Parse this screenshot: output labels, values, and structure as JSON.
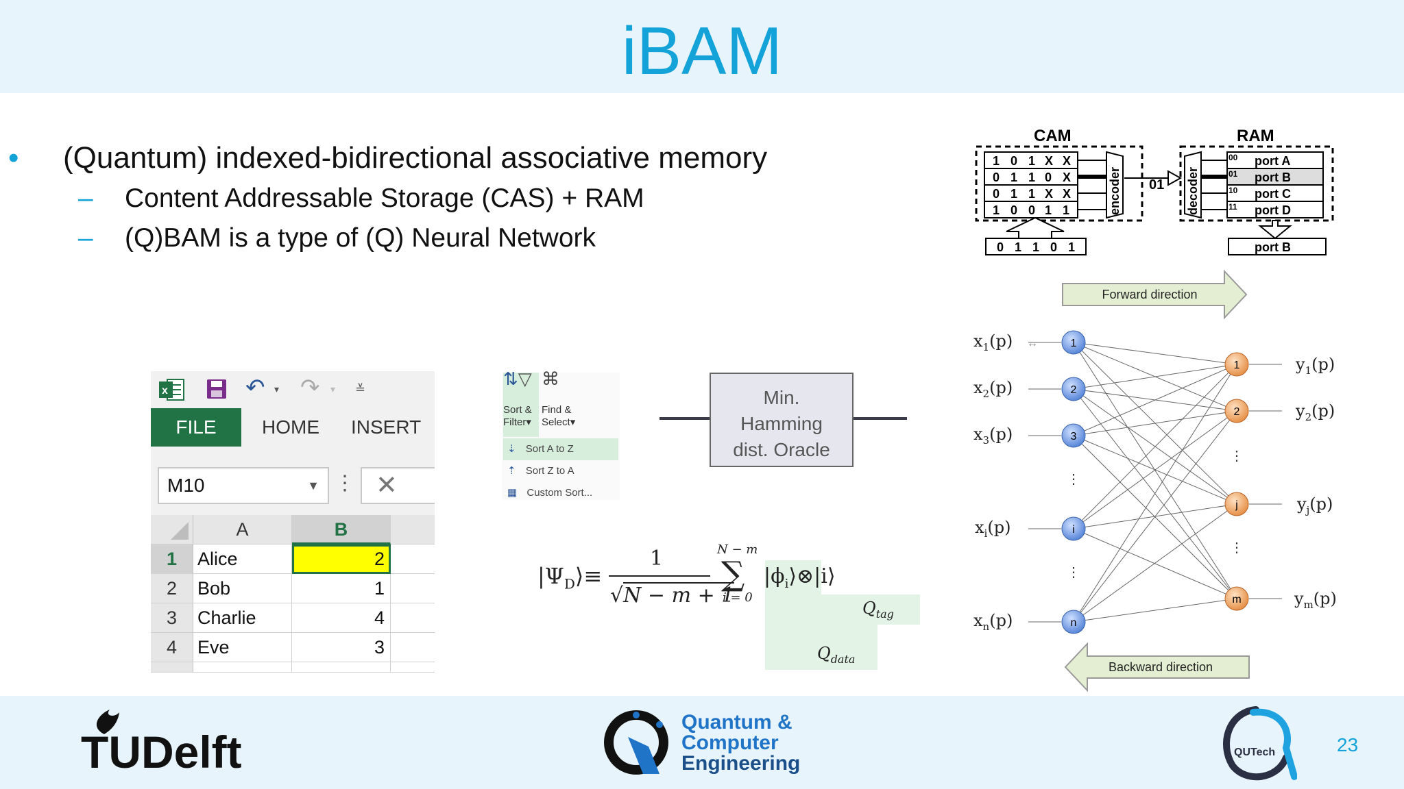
{
  "slide": {
    "title": "iBAM",
    "page_number": "23",
    "bullets": {
      "main": "(Quantum) indexed-bidirectional associative memory",
      "sub1": "Content Addressable Storage (CAS) + RAM",
      "sub2": "(Q)BAM is a type of (Q) Neural Network"
    }
  },
  "excel": {
    "tabs": {
      "file": "FILE",
      "home": "HOME",
      "insert": "INSERT"
    },
    "name_box": "M10",
    "col_headers": [
      "A",
      "B"
    ],
    "rows": [
      {
        "n": "1",
        "a": "Alice",
        "b": "2"
      },
      {
        "n": "2",
        "a": "Bob",
        "b": "1"
      },
      {
        "n": "3",
        "a": "Charlie",
        "b": "4"
      },
      {
        "n": "4",
        "a": "Eve",
        "b": "3"
      }
    ],
    "selected_cell": "B1",
    "accent": "#217346",
    "highlight": "#ffff00"
  },
  "sort_panel": {
    "sort_filter": [
      "Sort &",
      "Filter"
    ],
    "find_select": [
      "Find &",
      "Select"
    ],
    "items": [
      "Sort A to Z",
      "Sort Z to A",
      "Custom Sort..."
    ]
  },
  "oracle": {
    "lines": [
      "Min.",
      "Hamming",
      "dist. Oracle"
    ]
  },
  "formula": {
    "lhs": "|Ψ",
    "lhs_sub": "D",
    "lhs_close": "⟩≡",
    "numerator": "1",
    "denominator": "N − m + 1",
    "sum_top": "N − m",
    "sum_bottom": "i = 0",
    "term": "|ϕ",
    "term_sub": "i",
    "term_rest": "⟩⊗|i⟩",
    "q_tag": "Q",
    "q_tag_sub": "tag",
    "q_data": "Q",
    "q_data_sub": "data"
  },
  "cam_ram": {
    "cam_title": "CAM",
    "ram_title": "RAM",
    "cam_rows": [
      [
        "1",
        "0",
        "1",
        "X",
        "X"
      ],
      [
        "0",
        "1",
        "1",
        "0",
        "X"
      ],
      [
        "0",
        "1",
        "1",
        "X",
        "X"
      ],
      [
        "1",
        "0",
        "0",
        "1",
        "1"
      ]
    ],
    "encoder": "encoder",
    "decoder": "decoder",
    "address": "01",
    "ram_rows": [
      {
        "addr": "00",
        "port": "port A"
      },
      {
        "addr": "01",
        "port": "port B"
      },
      {
        "addr": "10",
        "port": "port C"
      },
      {
        "addr": "11",
        "port": "port D"
      }
    ],
    "query": [
      "0",
      "1",
      "1",
      "0",
      "1"
    ],
    "output": "port B"
  },
  "nn": {
    "forward": "Forward direction",
    "backward": "Backward direction",
    "inputs": [
      {
        "label": "x",
        "sub": "1",
        "node": "1"
      },
      {
        "label": "x",
        "sub": "2",
        "node": "2"
      },
      {
        "label": "x",
        "sub": "3",
        "node": "3"
      },
      {
        "label": "x",
        "sub": "i",
        "node": "i"
      },
      {
        "label": "x",
        "sub": "n",
        "node": "n"
      }
    ],
    "outputs": [
      {
        "label": "y",
        "sub": "1",
        "node": "1"
      },
      {
        "label": "y",
        "sub": "2",
        "node": "2"
      },
      {
        "label": "y",
        "sub": "j",
        "node": "j"
      },
      {
        "label": "y",
        "sub": "m",
        "node": "m"
      }
    ],
    "arg": "(p)",
    "ellipsis": "⋮"
  },
  "footer": {
    "tudelft": "TUDelft",
    "qce": [
      "Quantum &",
      "Computer",
      "Engineering"
    ],
    "qutech": "QUTech"
  }
}
